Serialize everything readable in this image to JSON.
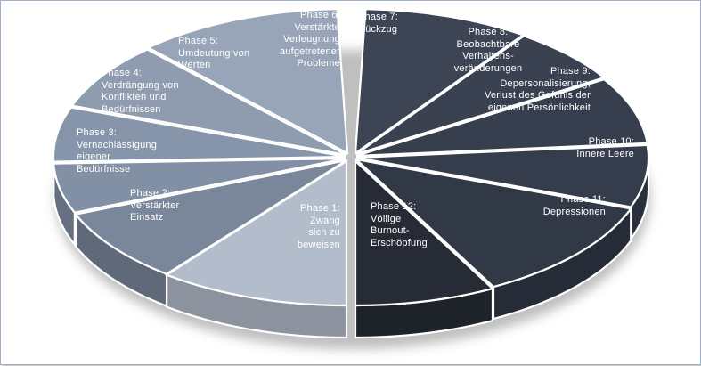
{
  "phases": [
    {
      "lines": [
        "Phase 1:",
        "Zwang",
        "sich zu",
        "beweisen"
      ],
      "color": "#b3bccb"
    },
    {
      "lines": [
        "Phase 2:",
        "Verstärkter",
        "Einsatz"
      ],
      "color": "#7a879b"
    },
    {
      "lines": [
        "Phase 3:",
        "Vernachlässigung",
        "eigener",
        "Bedürfnisse"
      ],
      "color": "#8190a4"
    },
    {
      "lines": [
        "Phase 4:",
        "Verdrängung von",
        "Konflikten und",
        "Bedürfnissen"
      ],
      "color": "#8795aa"
    },
    {
      "lines": [
        "Phase 5:",
        "Umdeutung von",
        "Werten"
      ],
      "color": "#8f9cb0"
    },
    {
      "lines": [
        "Phase 6:",
        "Verstärkte",
        "Verleugnung",
        "aufgetretener",
        "Probleme"
      ],
      "color": "#98a5b8"
    },
    {
      "lines": [
        "Phase 7:",
        "Rückzug"
      ],
      "color": "#3d4555"
    },
    {
      "lines": [
        "Phase 8:",
        "Beobachtbare",
        "Verhaltens-",
        "veränderungen"
      ],
      "color": "#3a4252"
    },
    {
      "lines": [
        "Phase 9:",
        "Depersonalisierung,",
        "Verlust des Gefühls der",
        "eigenen Persönlichkeit"
      ],
      "color": "#373f4f"
    },
    {
      "lines": [
        "Phase 10:",
        "Innere Leere"
      ],
      "color": "#353c4b"
    },
    {
      "lines": [
        "Phase 11:",
        "Depressionen"
      ],
      "color": "#313846"
    },
    {
      "lines": [
        "Phase 12:",
        "Völlige",
        "Burnout-",
        "Erschöpfung"
      ],
      "color": "#262b35"
    }
  ]
}
